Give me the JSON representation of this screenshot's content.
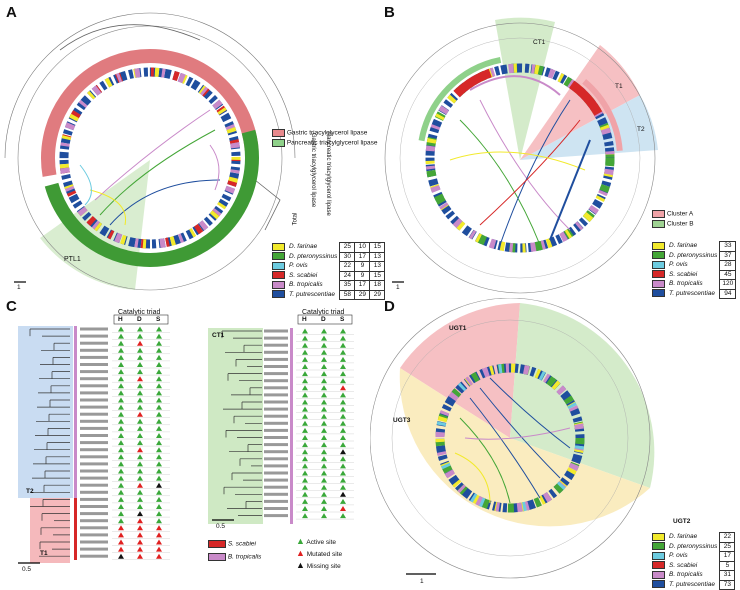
{
  "panels": {
    "A": "A",
    "B": "B",
    "C": "C",
    "D": "D"
  },
  "colors": {
    "gastric": "#e8898d",
    "pancreatic": "#8fd18a",
    "farinae": "#f2ea2c",
    "pteronyssinus": "#44a637",
    "ovis": "#6ccbe0",
    "scabiei": "#d62828",
    "tropicalis": "#c98ac9",
    "putrescentiae": "#1f4e9e",
    "clusterA": "#f0a3a8",
    "clusterB": "#9fd393",
    "active": "#3aa83a",
    "mutated": "#e02020",
    "missing": "#111111"
  },
  "panelA": {
    "legend_gastric": "Gastric triacylglycerol lipase",
    "legend_pancreatic": "Pancreatic triacylglycerol lipase",
    "clade_label": "PTL1",
    "scale": "1",
    "col_headers": [
      "Total",
      "Gastric triacylglycerol lipase",
      "Pancreatic triacylglycerol lipase"
    ],
    "rows": [
      {
        "species": "D. farinae",
        "total": "25",
        "gastric": "10",
        "pancreatic": "15"
      },
      {
        "species": "D. pteronyssinus",
        "total": "30",
        "gastric": "17",
        "pancreatic": "13"
      },
      {
        "species": "P. ovis",
        "total": "22",
        "gastric": "9",
        "pancreatic": "13"
      },
      {
        "species": "S. scabiei",
        "total": "24",
        "gastric": "9",
        "pancreatic": "15"
      },
      {
        "species": "B. tropicalis",
        "total": "35",
        "gastric": "17",
        "pancreatic": "18"
      },
      {
        "species": "T. putrescentiae",
        "total": "58",
        "gastric": "29",
        "pancreatic": "29"
      }
    ]
  },
  "panelB": {
    "clade_CT1": "CT1",
    "clade_T1": "T1",
    "clade_T2": "T2",
    "legend_clusterA": "Cluster A",
    "legend_clusterB": "Cluster B",
    "scale": "1",
    "rows": [
      {
        "species": "D. farinae",
        "count": "33"
      },
      {
        "species": "D. pteronyssinus",
        "count": "37"
      },
      {
        "species": "P. ovis",
        "count": "28"
      },
      {
        "species": "S. scabiei",
        "count": "45"
      },
      {
        "species": "B. tropicalis",
        "count": "120"
      },
      {
        "species": "T. putrescentiae",
        "count": "94"
      }
    ]
  },
  "panelC": {
    "triad_title": "Catalytic triad",
    "triad_cols": [
      "H",
      "D",
      "S"
    ],
    "clade_T2": "T2",
    "clade_T1": "T1",
    "clade_CT1": "CT1",
    "scale_left": "0.5",
    "scale_right": "0.5",
    "legend_scabiei": "S. scabiei",
    "legend_tropicalis": "B. tropicalis",
    "legend_active": "Active site",
    "legend_mutated": "Mutated site",
    "legend_missing": "Missing site"
  },
  "panelD": {
    "clade_UGT1": "UGT1",
    "clade_UGT2": "UGT2",
    "clade_UGT3": "UGT3",
    "scale": "1",
    "rows": [
      {
        "species": "D. farinae",
        "count": "22"
      },
      {
        "species": "D. pteronyssinus",
        "count": "25"
      },
      {
        "species": "P. ovis",
        "count": "17"
      },
      {
        "species": "S. scabiei",
        "count": "5"
      },
      {
        "species": "B. tropicalis",
        "count": "31"
      },
      {
        "species": "T. putrescentiae",
        "count": "73"
      }
    ]
  }
}
